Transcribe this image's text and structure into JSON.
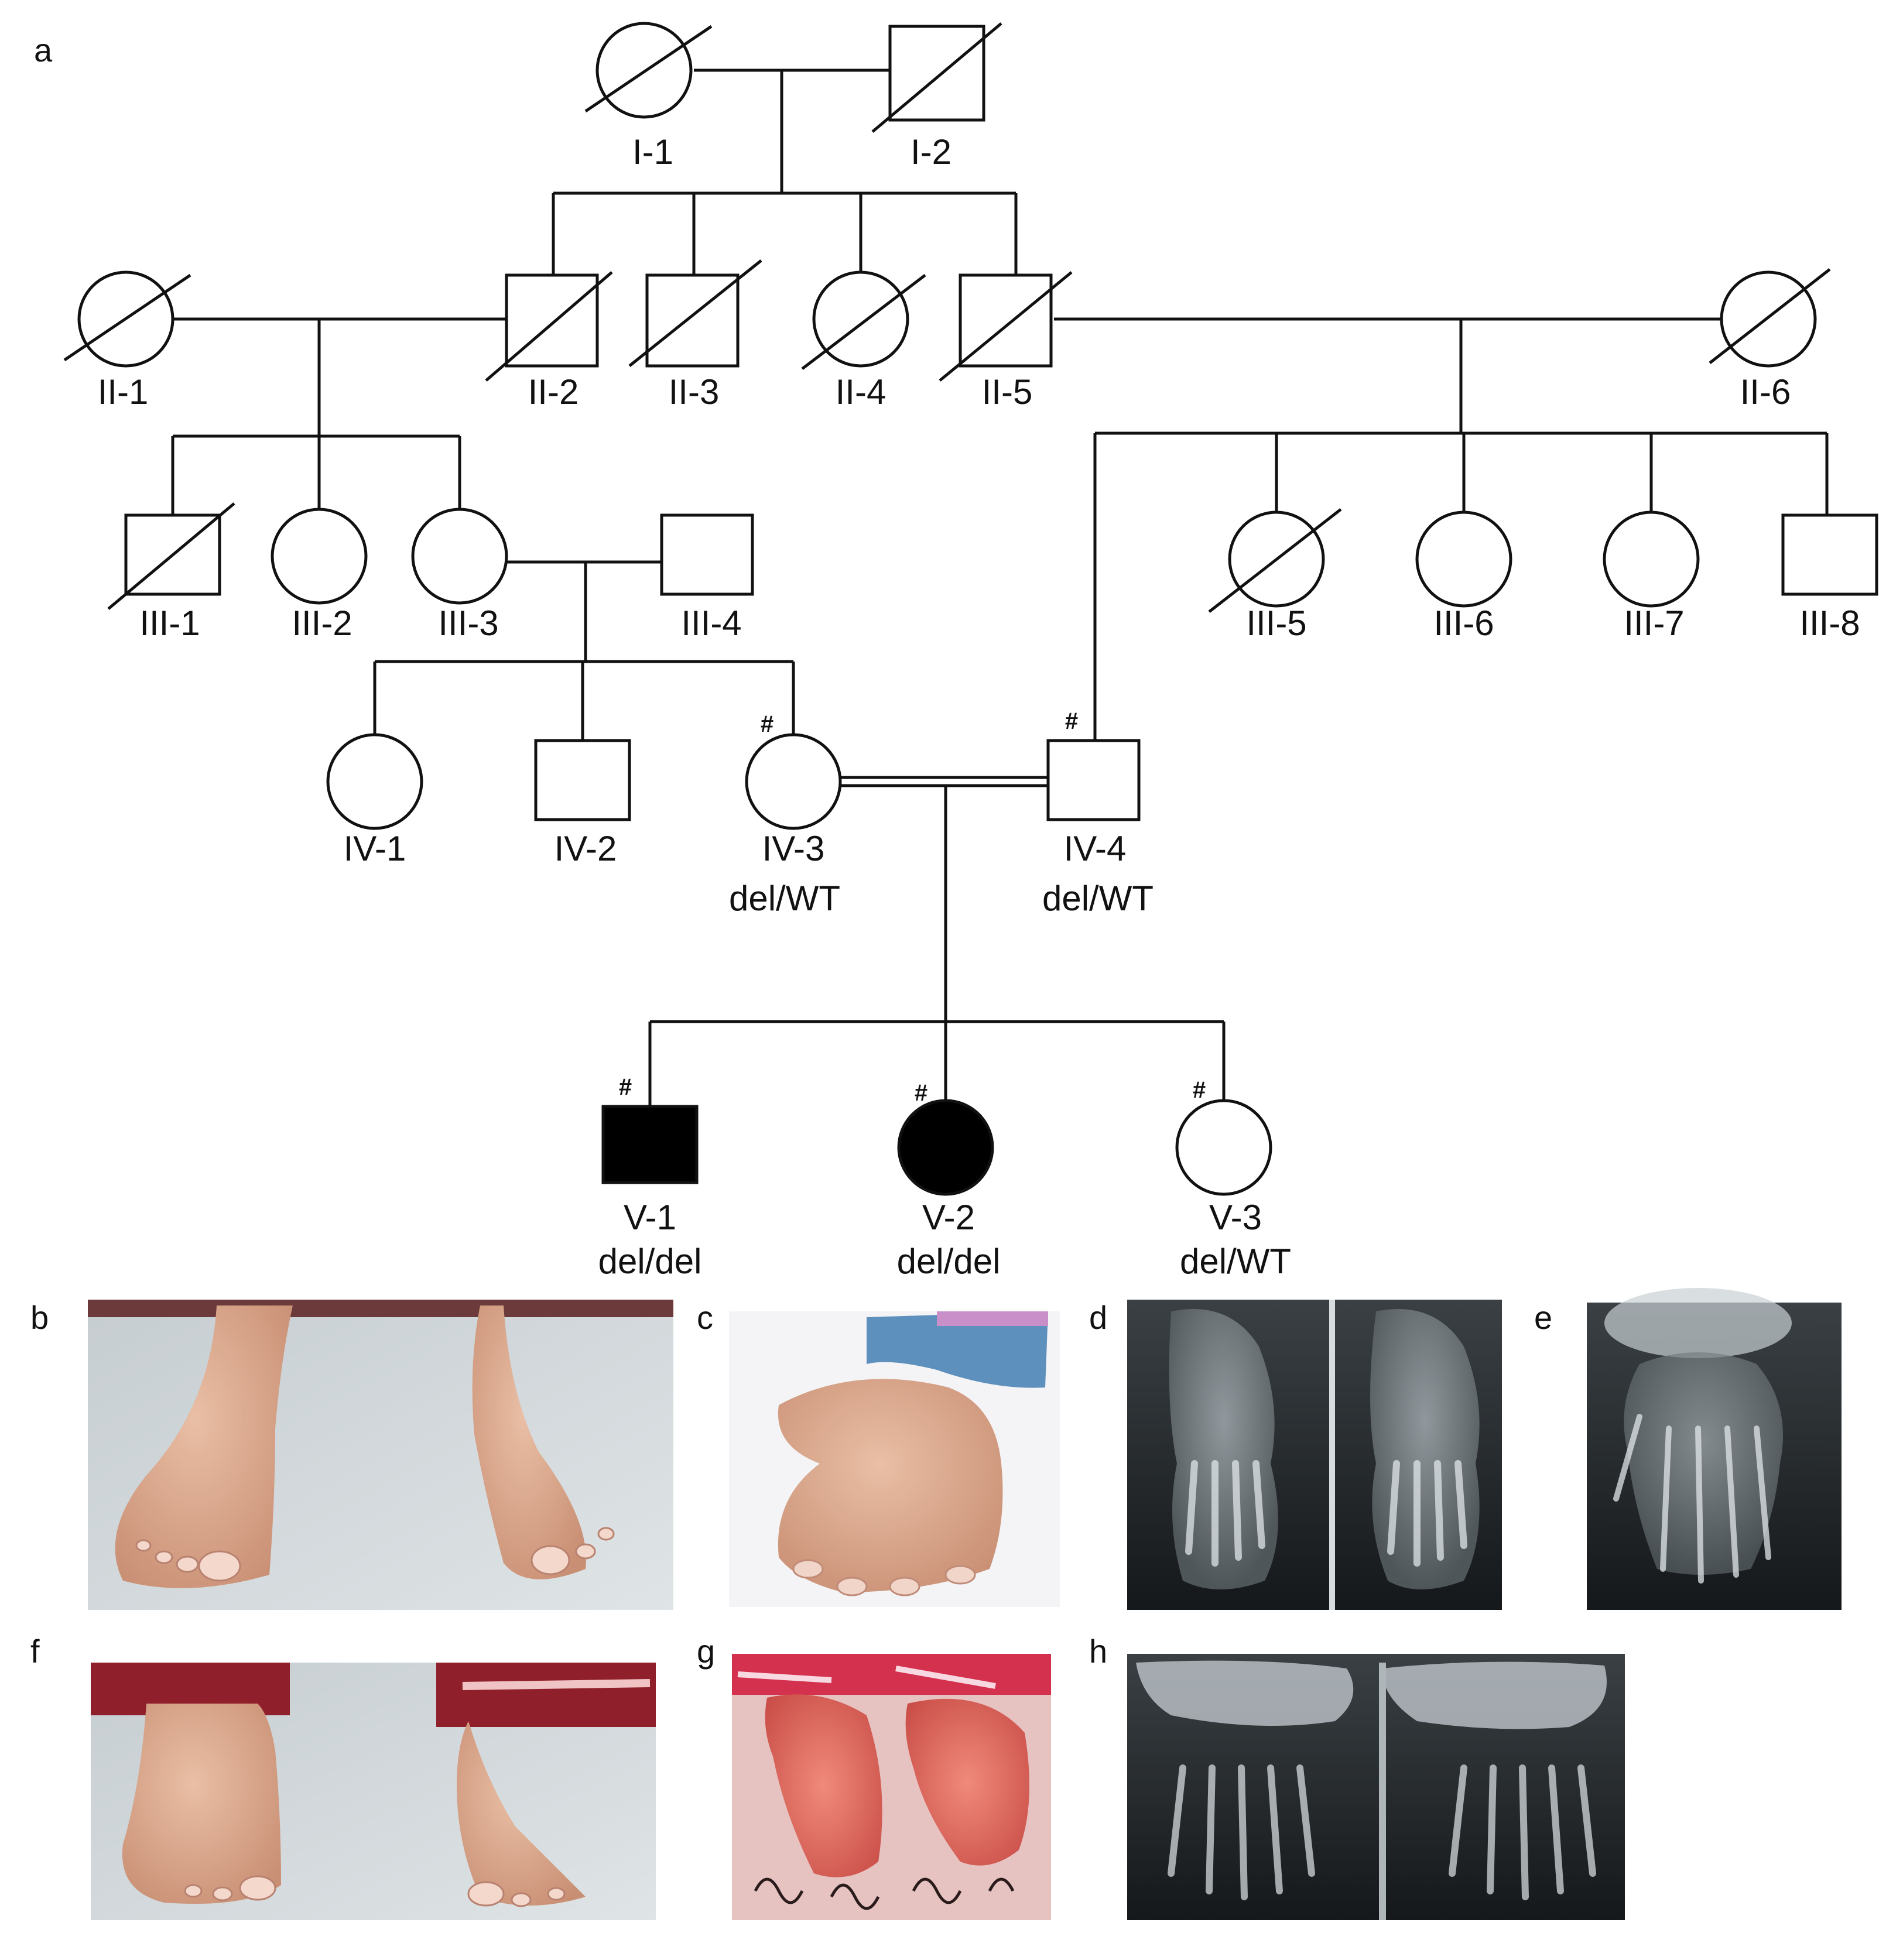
{
  "panel_letters": {
    "a": "a",
    "b": "b",
    "c": "c",
    "d": "d",
    "e": "e",
    "f": "f",
    "g": "g",
    "h": "h"
  },
  "individuals": {
    "I-1": {
      "label": "I-1"
    },
    "I-2": {
      "label": "I-2"
    },
    "II-1": {
      "label": "II-1"
    },
    "II-2": {
      "label": "II-2"
    },
    "II-3": {
      "label": "II-3"
    },
    "II-4": {
      "label": "II-4"
    },
    "II-5": {
      "label": "II-5"
    },
    "II-6": {
      "label": "II-6"
    },
    "III-1": {
      "label": "III-1"
    },
    "III-2": {
      "label": "III-2"
    },
    "III-3": {
      "label": "III-3"
    },
    "III-4": {
      "label": "III-4"
    },
    "III-5": {
      "label": "III-5"
    },
    "III-6": {
      "label": "III-6"
    },
    "III-7": {
      "label": "III-7"
    },
    "III-8": {
      "label": "III-8"
    },
    "IV-1": {
      "label": "IV-1"
    },
    "IV-2": {
      "label": "IV-2"
    },
    "IV-3": {
      "label": "IV-3",
      "genotype": "del/WT",
      "marker": "#"
    },
    "IV-4": {
      "label": "IV-4",
      "genotype": "del/WT",
      "marker": "#"
    },
    "V-1": {
      "label": "V-1",
      "genotype": "del/del",
      "marker": "#"
    },
    "V-2": {
      "label": "V-2",
      "genotype": "del/del",
      "marker": "#"
    },
    "V-3": {
      "label": "V-3",
      "genotype": "del/WT",
      "marker": "#"
    }
  },
  "colors": {
    "line": "#111111",
    "affected_fill": "#000000",
    "unaffected_fill": "#ffffff"
  },
  "photos": {
    "b": {
      "subject": "feet-photo"
    },
    "c": {
      "subject": "hand-photo"
    },
    "d": {
      "subject": "feet-xray"
    },
    "e": {
      "subject": "hand-xray"
    },
    "f": {
      "subject": "feet-photo"
    },
    "g": {
      "subject": "hands-photo"
    },
    "h": {
      "subject": "feet-xray"
    }
  }
}
